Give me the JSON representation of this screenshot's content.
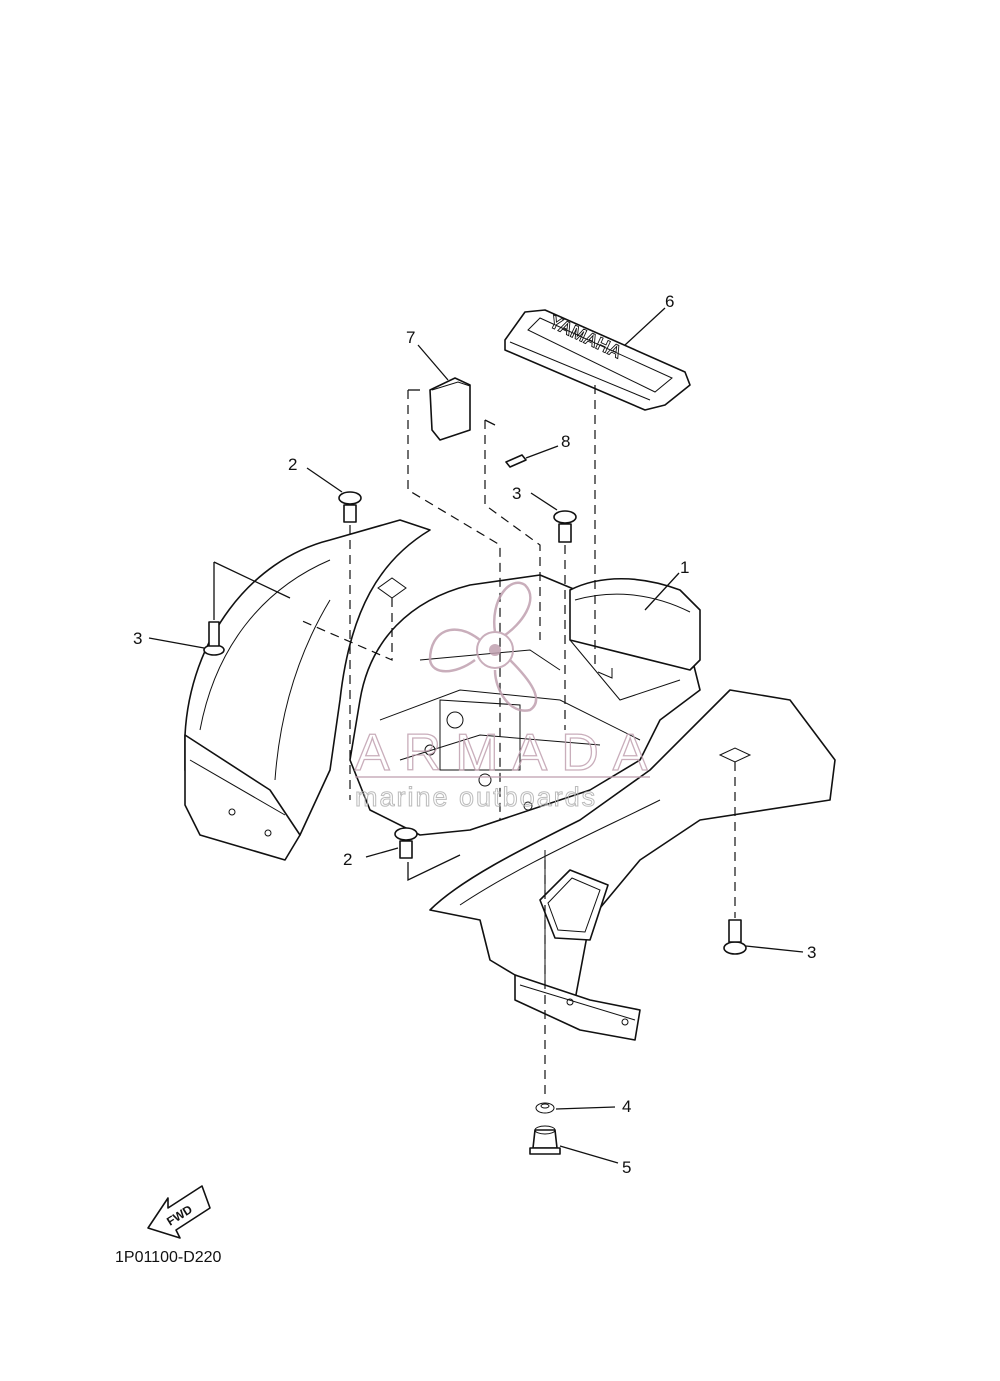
{
  "callouts": {
    "c1": "1",
    "c2a": "2",
    "c2b": "2",
    "c3a": "3",
    "c3b": "3",
    "c3c": "3",
    "c4": "4",
    "c5": "5",
    "c6": "6",
    "c7": "7",
    "c8": "8"
  },
  "fwd_label": "FWD",
  "logo_text": "YAMAHA",
  "drawing_code": "1P01100-D220",
  "watermark": {
    "title": "ARMADA",
    "subtitle": "marine outboards",
    "color": "#c0a0b0"
  }
}
